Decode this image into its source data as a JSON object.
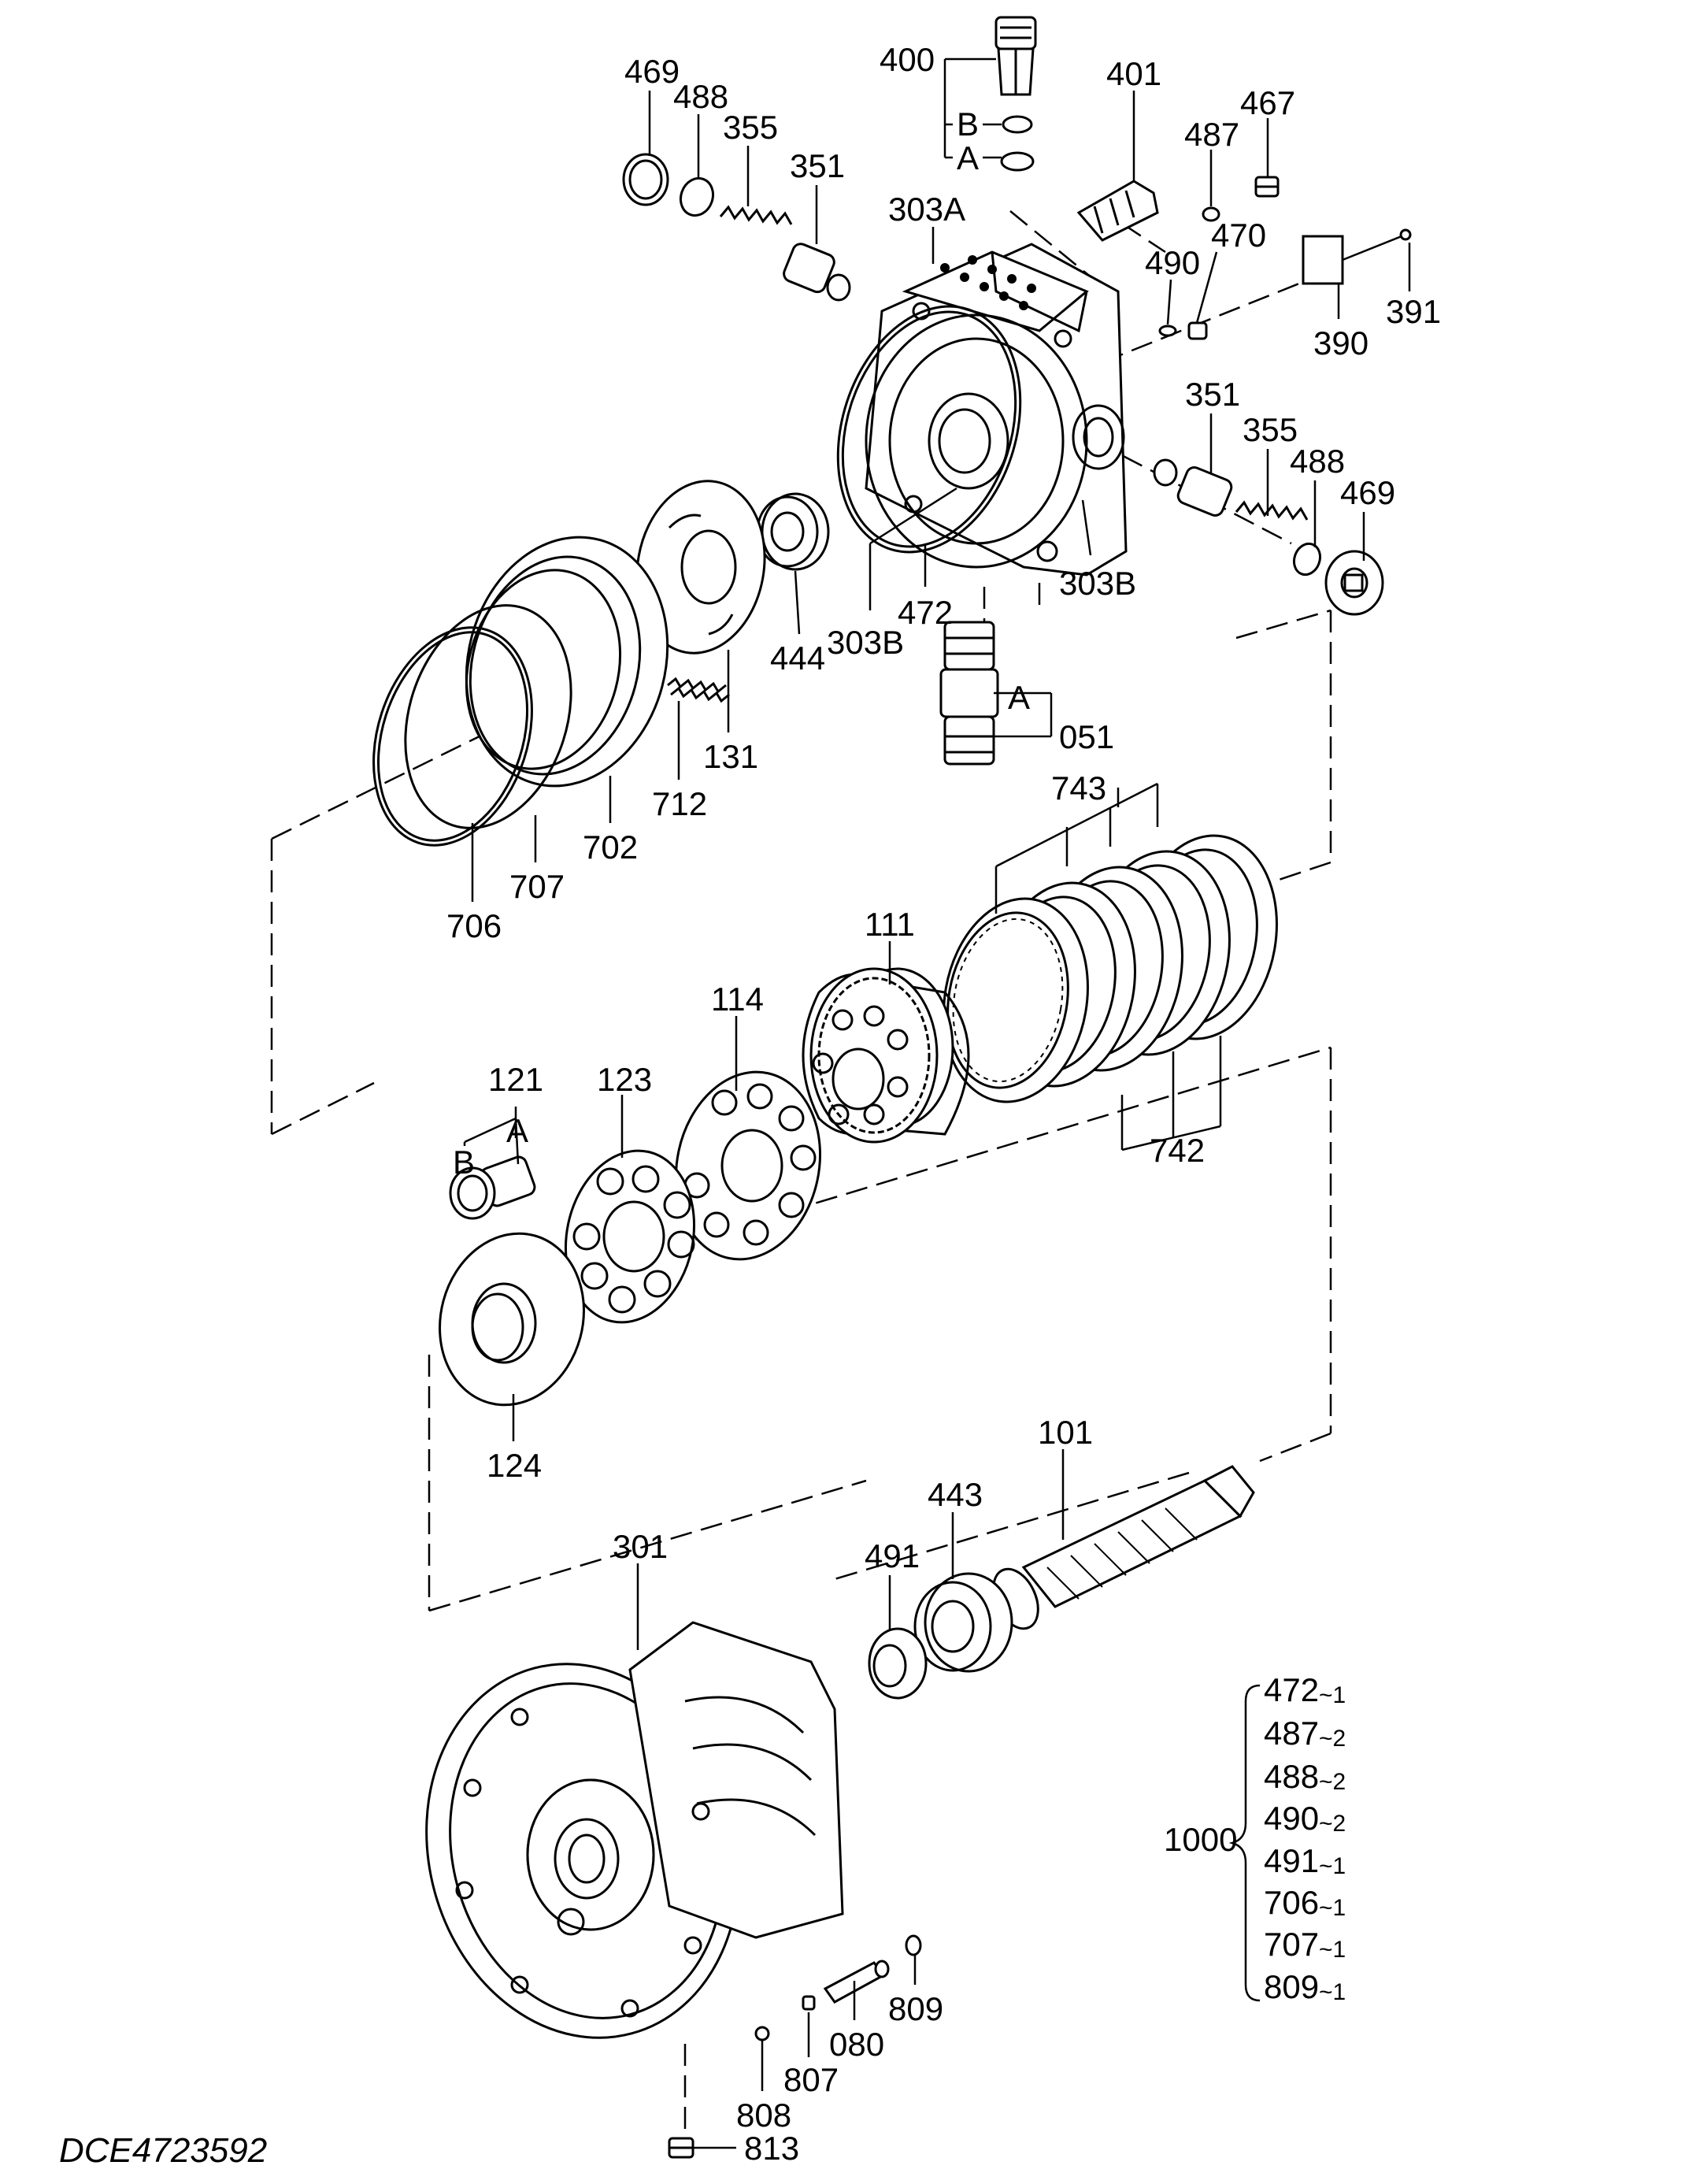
{
  "drawing_code": "DCE4723592",
  "parts": {
    "p469a": "469",
    "p488a": "488",
    "p355a": "355",
    "p351a": "351",
    "p400": "400",
    "p400B": "B",
    "p400A": "A",
    "p401": "401",
    "p487": "487",
    "p467": "467",
    "p303A": "303A",
    "p490": "490",
    "p470": "470",
    "p390": "390",
    "p391": "391",
    "p351b": "351",
    "p355b": "355",
    "p488b": "488",
    "p469b": "469",
    "p303B1": "303B",
    "p303B2": "303B",
    "p472": "472",
    "p444": "444",
    "p051": "051",
    "p051A": "A",
    "p131": "131",
    "p712": "712",
    "p702": "702",
    "p707": "707",
    "p706": "706",
    "p743": "743",
    "p742": "742",
    "p111": "111",
    "p114": "114",
    "p121": "121",
    "p121A": "A",
    "p121B": "B",
    "p123": "123",
    "p124": "124",
    "p101": "101",
    "p443": "443",
    "p491": "491",
    "p301": "301",
    "p809": "809",
    "p080": "080",
    "p807": "807",
    "p808": "808",
    "p813": "813"
  },
  "kit": {
    "label": "1000",
    "items": [
      {
        "part": "472",
        "qty": "~1"
      },
      {
        "part": "487",
        "qty": "~2"
      },
      {
        "part": "488",
        "qty": "~2"
      },
      {
        "part": "490",
        "qty": "~2"
      },
      {
        "part": "491",
        "qty": "~1"
      },
      {
        "part": "706",
        "qty": "~1"
      },
      {
        "part": "707",
        "qty": "~1"
      },
      {
        "part": "809",
        "qty": "~1"
      }
    ]
  }
}
